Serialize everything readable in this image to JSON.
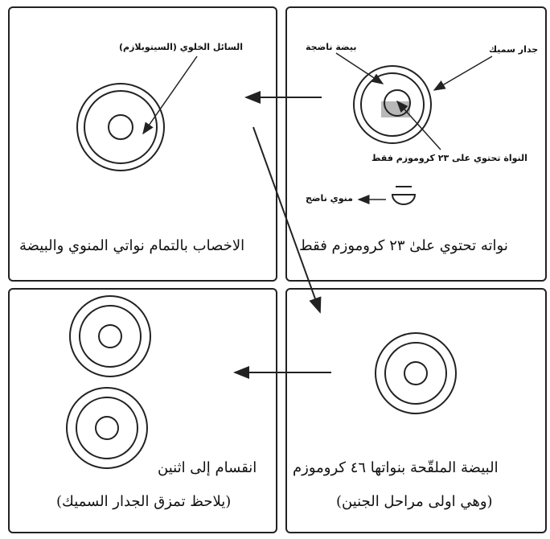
{
  "panels": {
    "panel1": {
      "caption": "الاخصاب بالتمام نواتي المنوي والبيضة",
      "label_cytoplasm": "السائل الخلوي (السيتوبلازم)"
    },
    "panel2": {
      "caption": "نواته تحتوي علىٰ ٢٣ كروموزم فقط",
      "label_thick_wall": "جدار سميك",
      "label_mature_egg": "بيضة ناضجة",
      "label_nucleus": "النواة تحتوي على ٢٣ كروموزم فقط",
      "label_sperm": "منوي ناضج"
    },
    "panel3": {
      "caption_line1": "انقسام إلى اثنين",
      "caption_line2": "(يلاحظ تمزق الجدار السميك)"
    },
    "panel4": {
      "caption_line1": "البيضة الملقّحة بنواتها ٤٦ كروموزم",
      "caption_line2": "(وهي اولى مراحل الجنين)"
    }
  },
  "colors": {
    "line": "#222222",
    "nucleus_fill": "#b8b8b8"
  }
}
